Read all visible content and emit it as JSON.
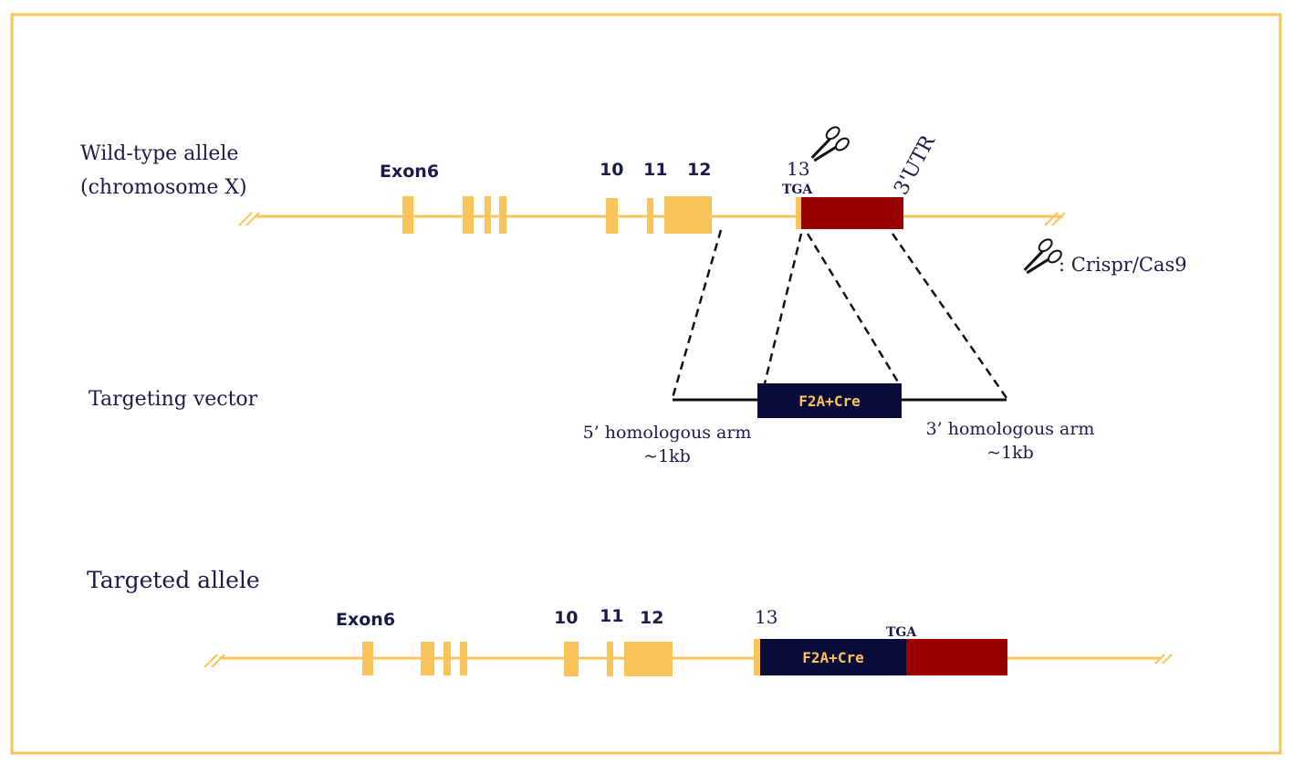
{
  "colors": {
    "exon": "#f9c55a",
    "utr": "#9b0000",
    "cassette": "#0b0b3a",
    "frame": "#f9c55a",
    "text": "#1b1b4b"
  },
  "wildtype": {
    "title_line1": "Wild-type allele",
    "title_line2": "(chromosome X)",
    "exon6": "Exon6",
    "e10": "10",
    "e11": "11",
    "e12": "12",
    "e13": "13",
    "tga": "TGA",
    "utr": "3'UTR"
  },
  "legend": {
    "icon": "scissors-icon",
    "label": ": Crispr/Cas9"
  },
  "vector": {
    "title": "Targeting vector",
    "cassette": "F2A+Cre",
    "arm5_line1": "5’ homologous arm",
    "arm5_line2": "~1kb",
    "arm3_line1": "3’ homologous arm",
    "arm3_line2": "~1kb"
  },
  "targeted": {
    "title": "Targeted allele",
    "exon6": "Exon6",
    "e10": "10",
    "e11": "11",
    "e12": "12",
    "e13": "13",
    "tga": "TGA",
    "cassette": "F2A+Cre"
  }
}
